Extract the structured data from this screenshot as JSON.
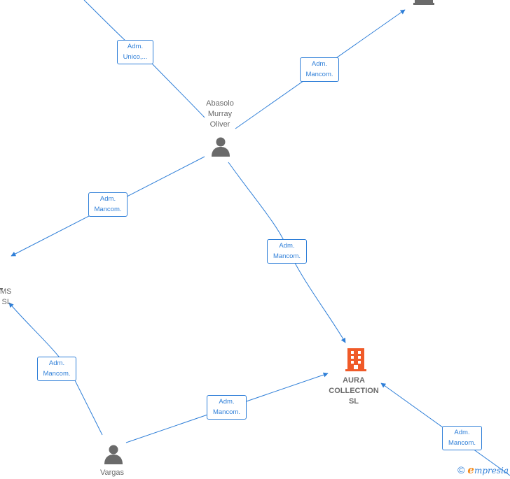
{
  "nodes": {
    "abasolo": {
      "line1": "Abasolo",
      "line2": "Murray",
      "line3": "Oliver",
      "icon": "person-icon"
    },
    "vargas": {
      "line1": "Vargas",
      "icon": "person-icon"
    },
    "aura": {
      "line1": "AURA",
      "line2": "COLLECTION",
      "line3": "SL",
      "icon": "building-icon",
      "color": "#f05a28"
    },
    "ms_sl": {
      "line1": "MS",
      "line2": "SL"
    },
    "top_right": {
      "icon": "building-icon",
      "color": "#6a6a6a"
    }
  },
  "edges": [
    {
      "line1": "Adm.",
      "line2": "Unico,..."
    },
    {
      "line1": "Adm.",
      "line2": "Mancom."
    },
    {
      "line1": "Adm.",
      "line2": "Mancom."
    },
    {
      "line1": "Adm.",
      "line2": "Mancom."
    },
    {
      "line1": "Adm.",
      "line2": "Mancom."
    },
    {
      "line1": "Adm.",
      "line2": "Mancom."
    },
    {
      "line1": "Adm.",
      "line2": "Mancom."
    }
  ],
  "footer": {
    "copyright": "©",
    "brand_initial": "e",
    "brand_rest": "mpresia"
  },
  "colors": {
    "edge": "#2f7fd8",
    "person": "#6a6a6a",
    "company_main": "#f05a28",
    "company_other": "#6a6a6a"
  }
}
